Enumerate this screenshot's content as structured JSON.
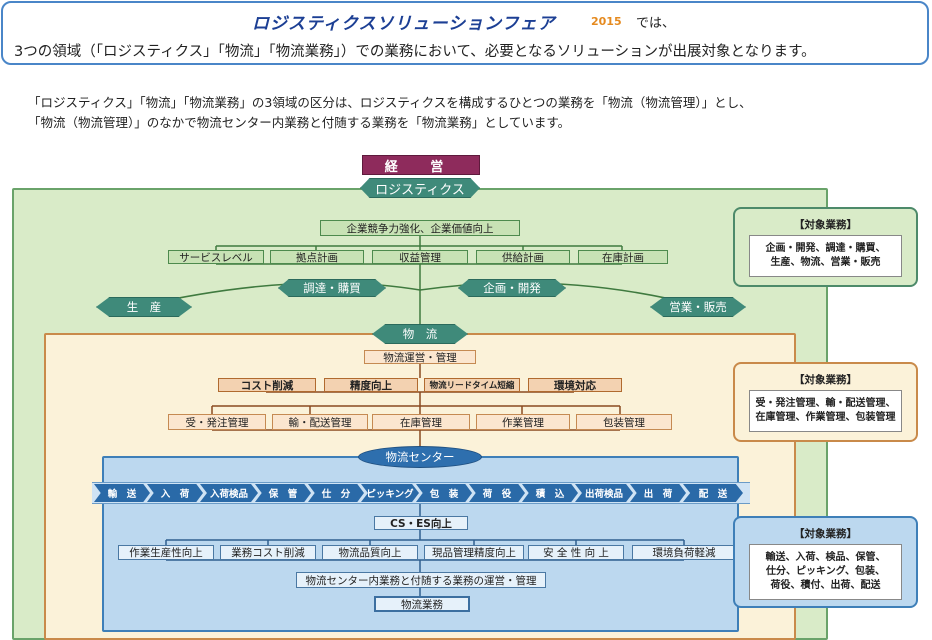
{
  "header": {
    "fair_name": "ロジスティクスソリューションフェア",
    "fair_year": "2015",
    "fair_suffix": "では、",
    "line2": "3つの領域（「ロジスティクス」「物流」「物流業務」）での業務において、必要となるソリューションが出展対象となります。"
  },
  "intro": {
    "line1": "「ロジスティクス」「物流」「物流業務」の3領域の区分は、ロジスティクスを構成するひとつの業務を「物流（物流管理）」とし、",
    "line2": "「物流（物流管理）」のなかで物流センター内業務と付随する業務を「物流業務」としています。"
  },
  "top": {
    "management": "経 営",
    "logistics": "ロジスティクス"
  },
  "logistics_area": {
    "goal": "企業競争力強化、企業価値向上",
    "items": [
      "サービスレベル",
      "拠点計画",
      "収益管理",
      "供給計画",
      "在庫計画"
    ],
    "procurement": "調達・購買",
    "planning": "企画・開発",
    "production": "生　産",
    "sales": "営業・販売",
    "physical_distribution": "物　流"
  },
  "distribution_area": {
    "operations": "物流運営・管理",
    "aims": [
      "コスト削減",
      "精度向上",
      "物流リードタイム短縮",
      "環境対応"
    ],
    "functions": [
      "受・発注管理",
      "輸・配送管理",
      "在庫管理",
      "作業管理",
      "包装管理"
    ],
    "center": "物流センター"
  },
  "center_area": {
    "flow": [
      "輸　送",
      "入　荷",
      "入荷検品",
      "保　管",
      "仕　分",
      "ピッキング",
      "包　装",
      "荷　役",
      "積　込",
      "出荷検品",
      "出　荷",
      "配　送"
    ],
    "cs_es": "CS・ES向上",
    "improvements": [
      "作業生産性向上",
      "業務コスト削減",
      "物流品質向上",
      "現品管理精度向上",
      "安 全 性 向 上",
      "環境負荷軽減"
    ],
    "operations": "物流センター内業務と付随する業務の運営・管理",
    "label": "物流業務"
  },
  "side_panels": [
    {
      "title": "【対象業務】",
      "lines": [
        "企画・開発、調達・購買、",
        "生産、物流、営業・販売"
      ]
    },
    {
      "title": "【対象業務】",
      "lines": [
        "受・発注管理、輸・配送管理、",
        "在庫管理、作業管理、包装管理"
      ]
    },
    {
      "title": "【対象業務】",
      "lines": [
        "輸送、入荷、検品、保管、",
        "仕分、ピッキング、包装、",
        "荷役、積付、出荷、配送"
      ]
    }
  ],
  "colors": {
    "green_bg": "#d9ebc8",
    "beige_bg": "#fbf2d9",
    "blue_bg": "#bcd8ef",
    "brand_blue": "#1c3f94",
    "year_orange": "#e58a1f"
  }
}
